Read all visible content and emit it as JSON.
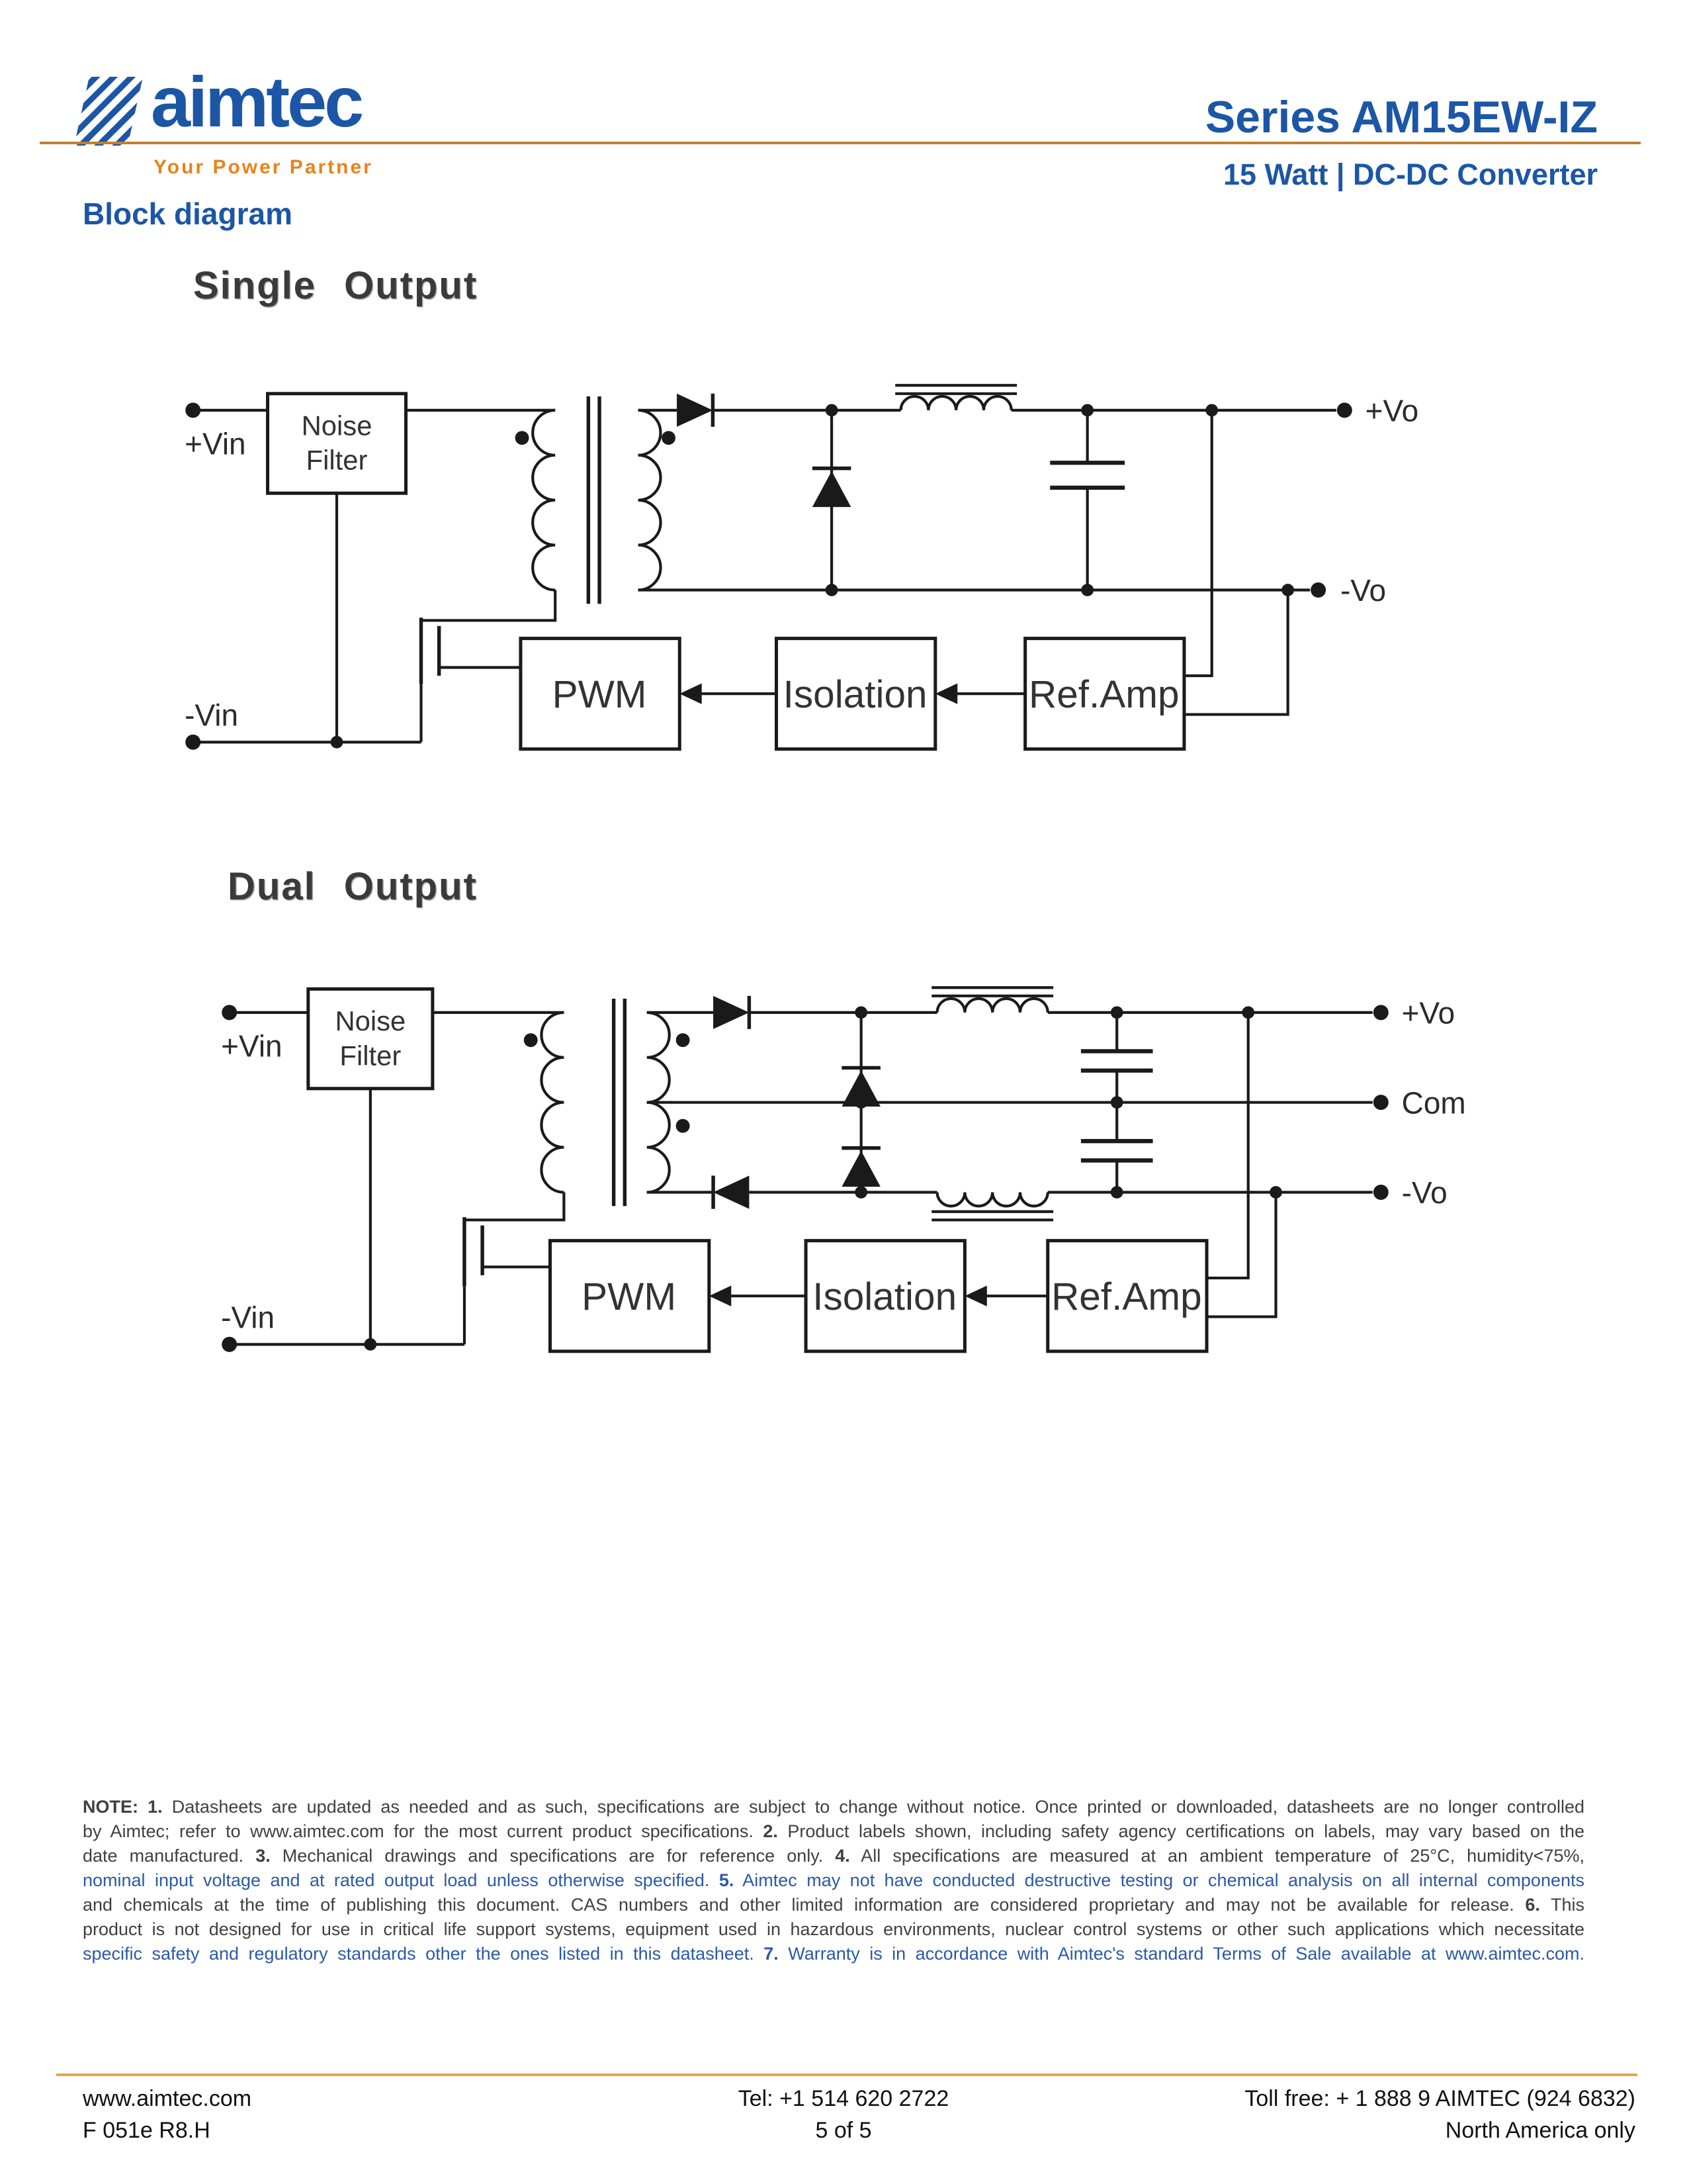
{
  "colors": {
    "accent": "#1B56A7",
    "orange": "#E8831C",
    "rule_top": "#C1802C",
    "rule_bottom": "#E3A44C",
    "ink": "#1A1A1A",
    "note_black": "#404040",
    "note_blue": "#2B59A8"
  },
  "header": {
    "logo_text": "aimtec",
    "logo_tagline": "Your Power Partner",
    "series_title": "Series AM15EW-IZ",
    "subtitle": "15 Watt | DC-DC Converter"
  },
  "page_heading": "Block diagram",
  "diagrams": {
    "single": {
      "title": "Single Output",
      "labels": {
        "vin_pos": "+Vin",
        "vin_neg": "-Vin",
        "vo_pos": "+Vo",
        "vo_neg": "-Vo",
        "noise1": "Noise",
        "noise2": "Filter",
        "pwm": "PWM",
        "isolation": "Isolation",
        "ref_amp": "Ref.Amp"
      }
    },
    "dual": {
      "title": "Dual Output",
      "labels": {
        "vin_pos": "+Vin",
        "vin_neg": "-Vin",
        "vo_pos": "+Vo",
        "com": "Com",
        "vo_neg": "-Vo",
        "noise1": "Noise",
        "noise2": "Filter",
        "pwm": "PWM",
        "isolation": "Isolation",
        "ref_amp": "Ref.Amp"
      }
    }
  },
  "notes": {
    "lines": [
      {
        "text": "NOTE: 1. Datasheets are updated as needed and as such, specifications are subject to change without notice.  Once printed or downloaded, datasheets are no longer controlled",
        "color": "#404040"
      },
      {
        "text": "by Aimtec; refer to www.aimtec.com for the most current product specifications.  2. Product labels shown, including safety agency certifications on labels, may vary based on the",
        "color": "#404040"
      },
      {
        "text": "date manufactured.  3. Mechanical drawings and specifications are for reference only.  4. All specifications are measured at an ambient temperature of 25°C, humidity<75%,",
        "color": "#404040"
      },
      {
        "text": "nominal input voltage and at rated output load unless otherwise specified.  5. Aimtec may not have conducted destructive testing or chemical analysis on all internal components",
        "color": "#2B59A8"
      },
      {
        "text": "and chemicals at the time of publishing this document.  CAS numbers and other limited information are considered proprietary and may not be available for release.  6. This",
        "color": "#404040"
      },
      {
        "text": "product is not designed for use in critical life support systems, equipment used in hazardous environments, nuclear control systems or other such applications which necessitate",
        "color": "#404040"
      },
      {
        "text": "specific safety and regulatory standards other the ones listed in this datasheet.  7. Warranty is in accordance with Aimtec's standard Terms of Sale available at www.aimtec.com.",
        "color": "#2B59A8"
      }
    ]
  },
  "footer": {
    "website": "www.aimtec.com",
    "doc_ref": "F 051e R8.H",
    "tel": "Tel: +1 514 620 2722",
    "page": "5 of 5",
    "tollfree": "Toll free: + 1 888 9 AIMTEC (924 6832)",
    "region": "North America only"
  }
}
